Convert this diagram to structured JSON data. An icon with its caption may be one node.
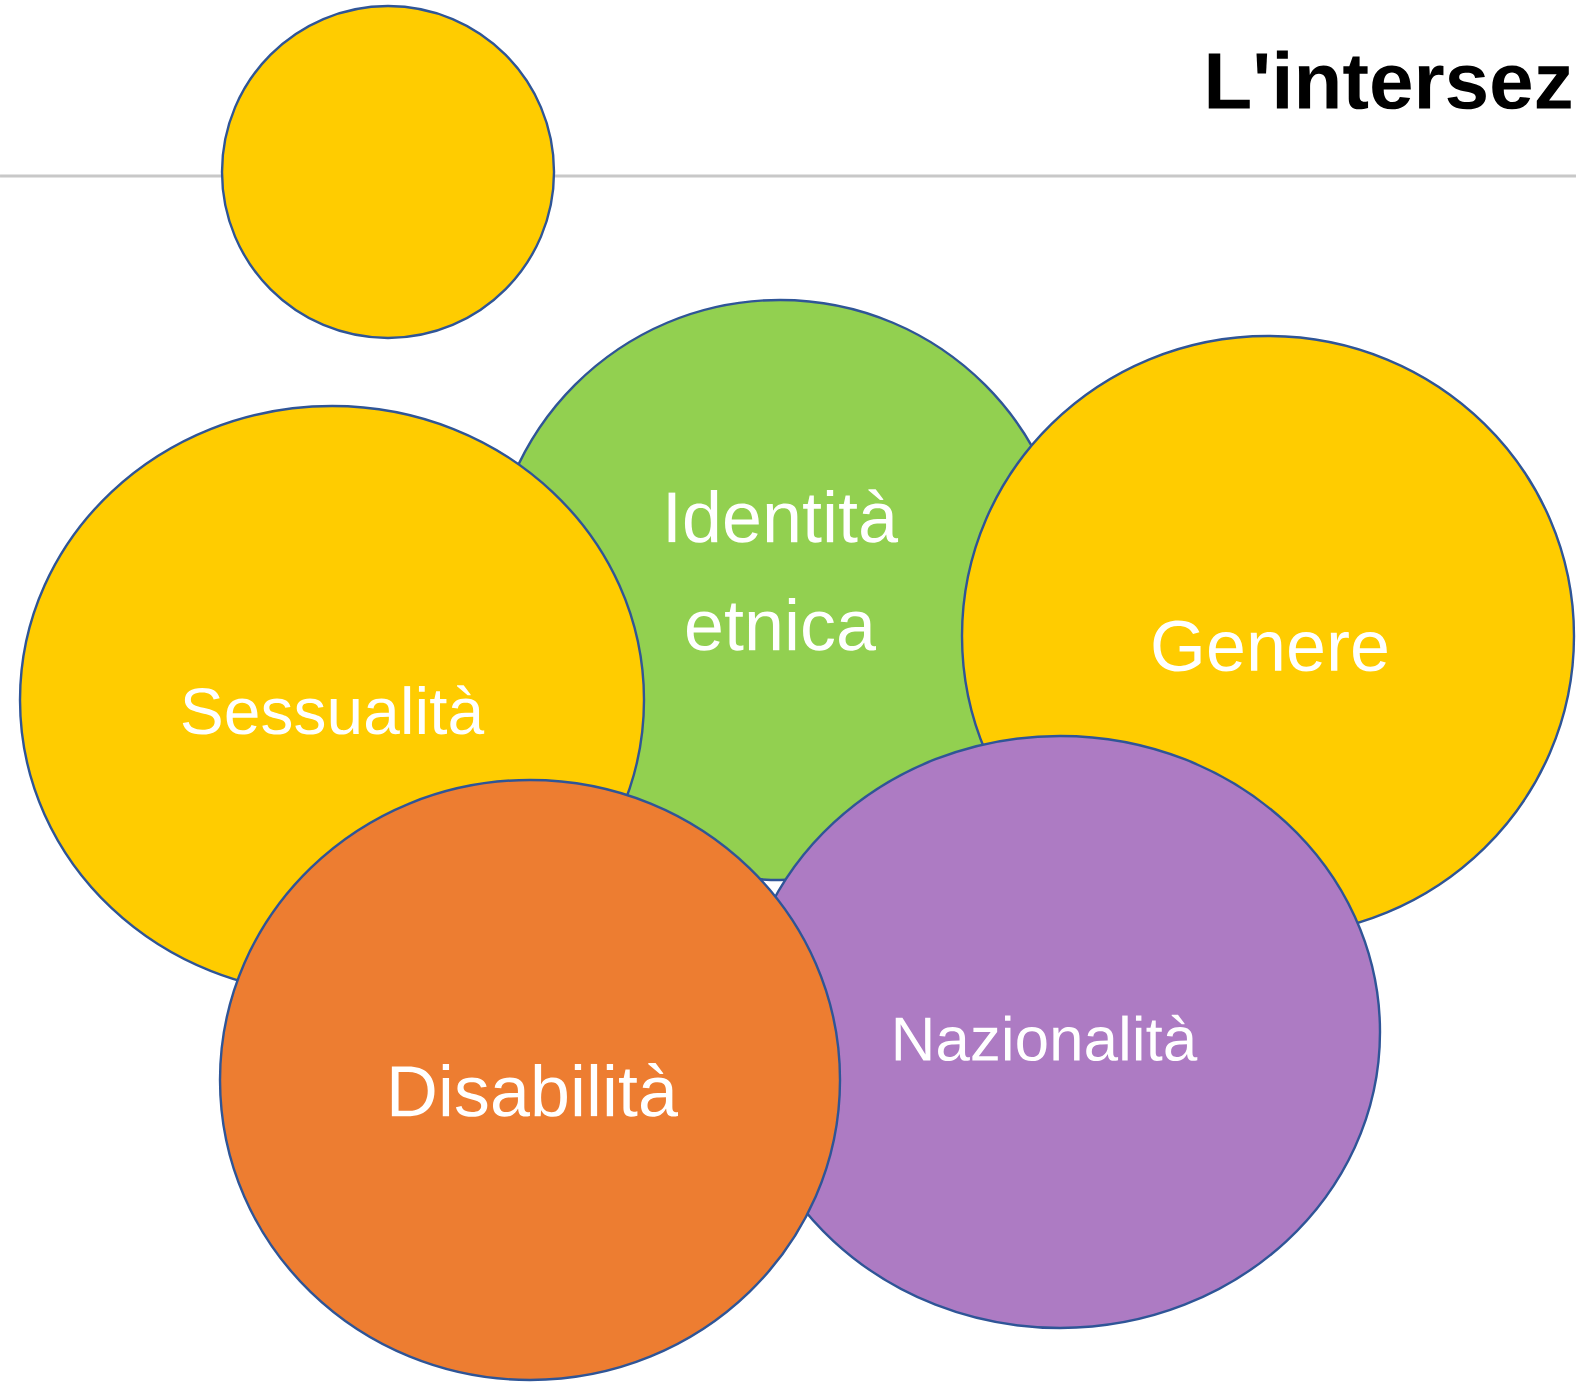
{
  "diagram": {
    "title": "L'intersez",
    "nodes": [
      {
        "text": [],
        "shape": "circle"
      },
      {
        "text": [
          "Identità etnica"
        ]
      },
      {
        "text": [
          "Genere"
        ]
      },
      {
        "text": [
          "Sessualità"
        ]
      },
      {
        "text": [
          "Nazionalità"
        ]
      },
      {
        "text": [
          "Disabilità"
        ]
      }
    ]
  }
}
